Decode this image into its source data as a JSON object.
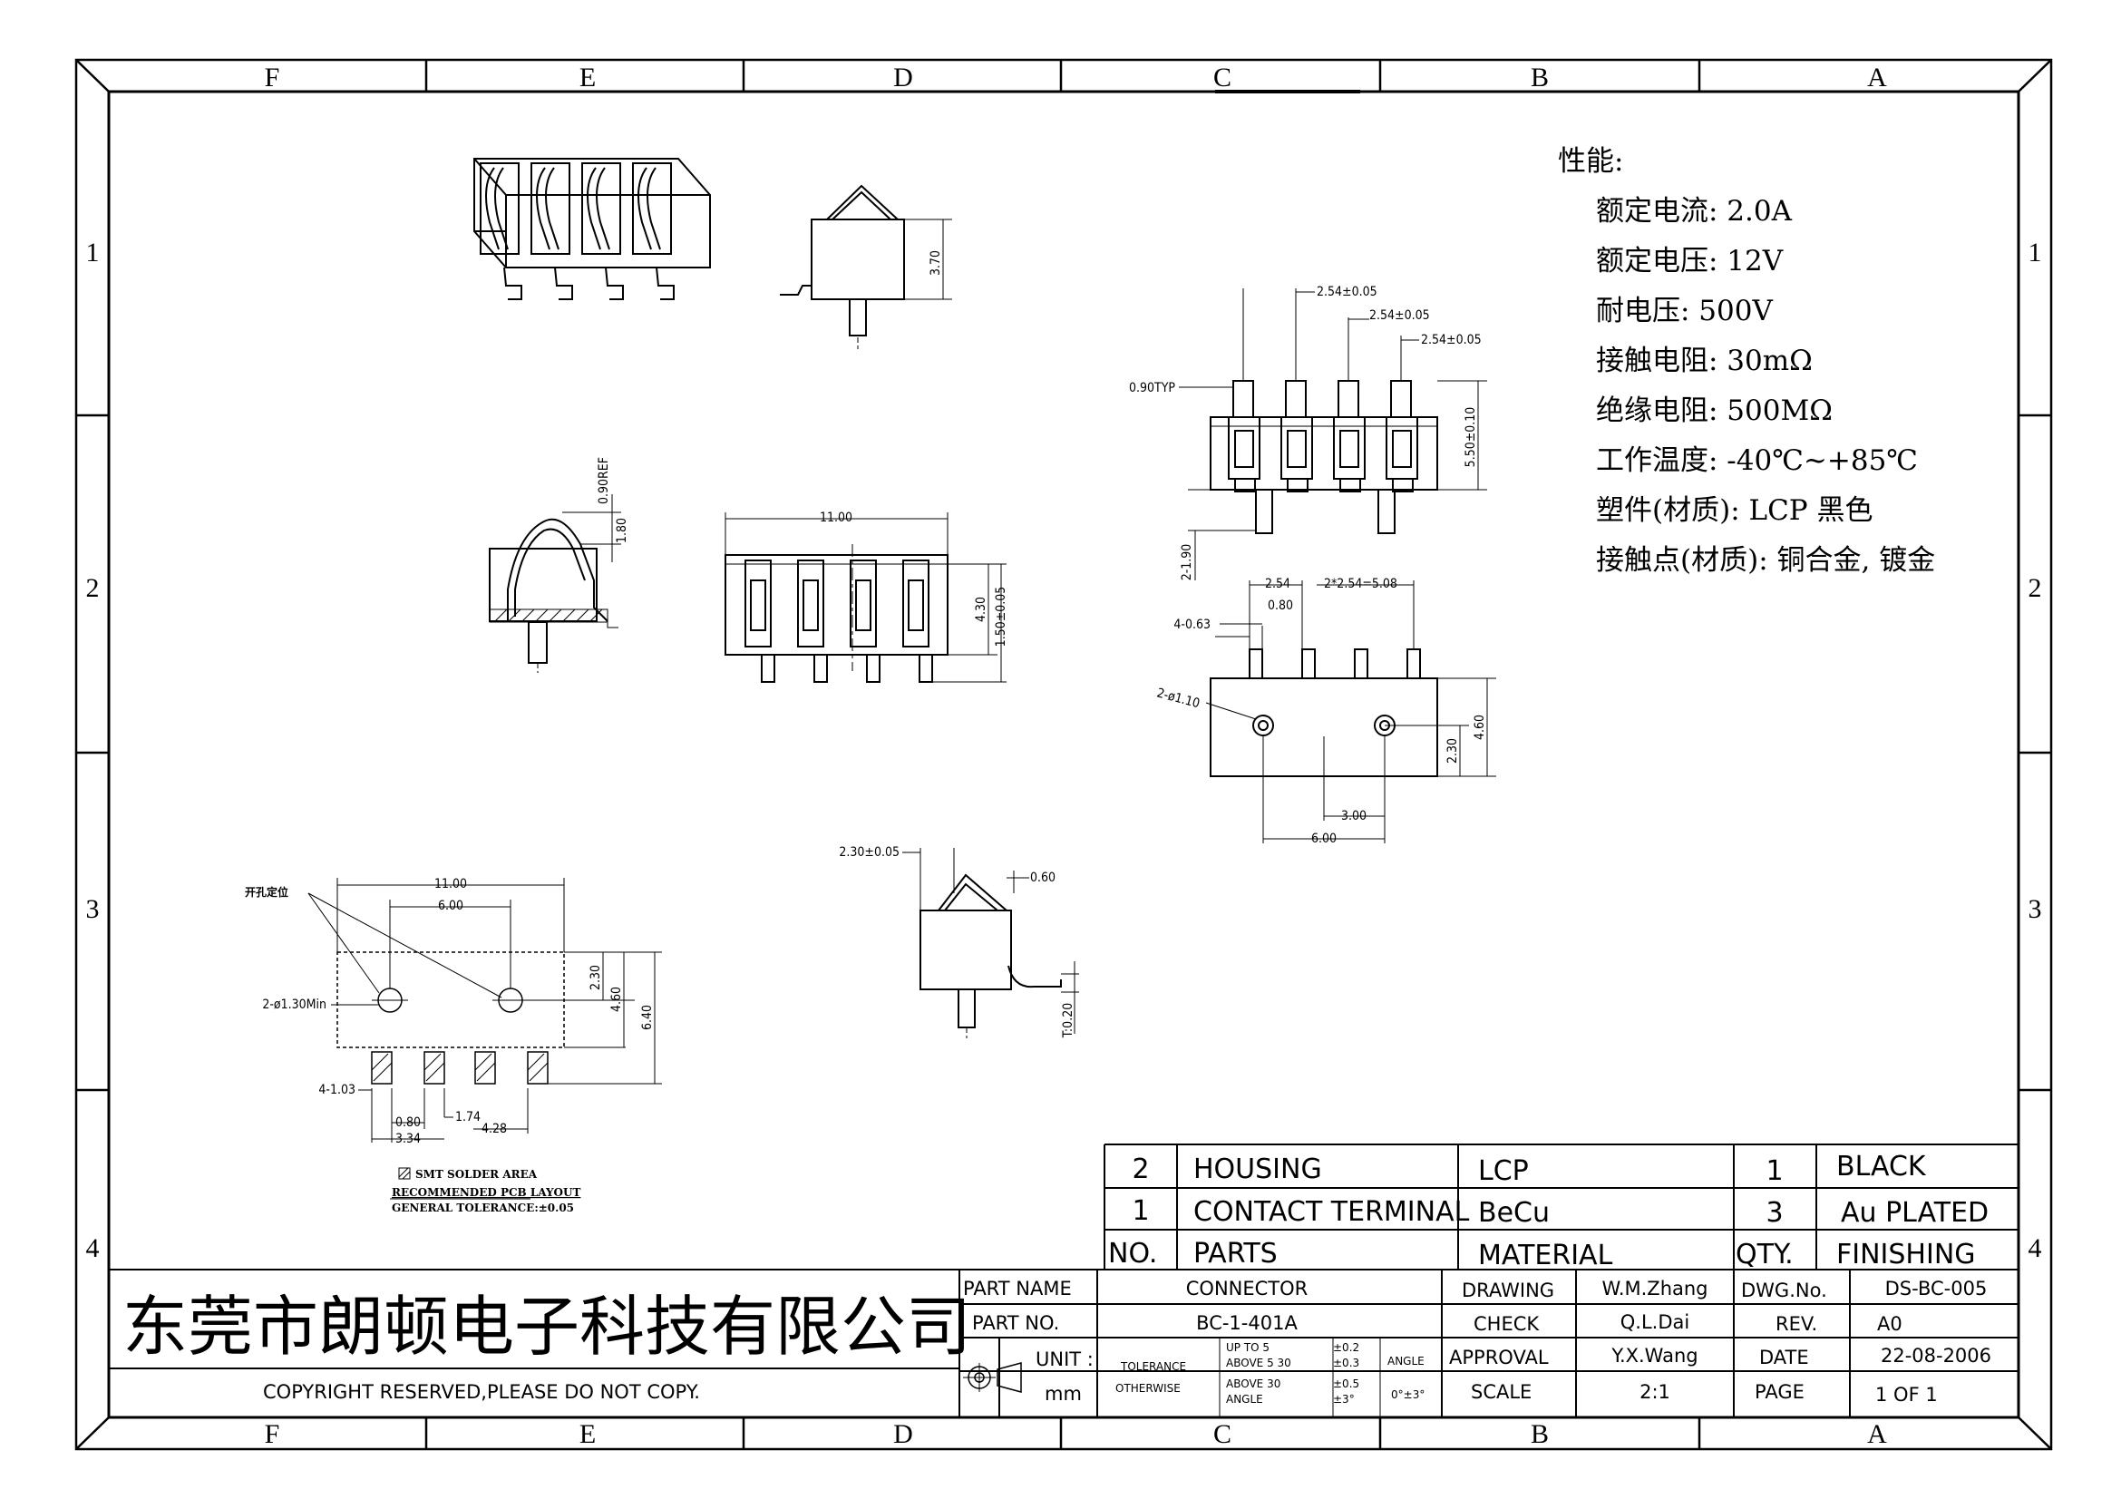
{
  "zones": {
    "columns": [
      "F",
      "E",
      "D",
      "C",
      "B",
      "A"
    ],
    "rows": [
      "1",
      "2",
      "3",
      "4"
    ]
  },
  "spec": {
    "title": "性能:",
    "lines": [
      "额定电流: 2.0A",
      "额定电压: 12V",
      "耐电压: 500V",
      "接触电阻: 30mΩ",
      "绝缘电阻: 500MΩ",
      "工作温度: -40℃~+85℃",
      "塑件(材质): LCP 黑色",
      "接触点(材质): 铜合金, 镀金"
    ]
  },
  "dimensions": {
    "side_height": "3.70",
    "top_pitch_1": "2.54±0.05",
    "top_pitch_2": "2.54±0.05",
    "top_pitch_3": "2.54±0.05",
    "top_typ": "0.90TYP",
    "top_height": "5.50±0.10",
    "top_post": "2-1.90",
    "section_ref": "0.90REF",
    "section_h": "1.80",
    "front_width": "11.00",
    "front_h1": "4.30",
    "front_h2": "1.50±0.05",
    "bot_p1": "2.54",
    "bot_p2": "2*2.54=5.08",
    "bot_w": "0.80",
    "bot_pins": "4-0.63",
    "bot_holes": "2-ø1.10",
    "bot_h1": "2.30",
    "bot_h2": "4.60",
    "bot_x1": "3.00",
    "bot_x2": "6.00",
    "pcb_w1": "11.00",
    "pcb_w2": "6.00",
    "pcb_label": "开孔定位",
    "pcb_holes": "2-ø1.30Min",
    "pcb_h1": "2.30",
    "pcb_h2": "4.60",
    "pcb_h3": "6.40",
    "pcb_pads": "4-1.03",
    "pcb_p1": "0.80",
    "pcb_p2": "1.74",
    "pcb_p3": "3.34",
    "pcb_p4": "4.28",
    "side2_a": "2.30±0.05",
    "side2_b": "0.60",
    "side2_c": "T:0.20"
  },
  "notes": {
    "line1": "SMT SOLDER AREA",
    "line2": "RECOMMENDED PCB LAYOUT",
    "line3": "GENERAL TOLERANCE:±0.05"
  },
  "bom": {
    "rows": [
      {
        "no": "2",
        "part": "HOUSING",
        "material": "LCP",
        "qty": "1",
        "finishing": "BLACK"
      },
      {
        "no": "1",
        "part": "CONTACT TERMINAL",
        "material": "BeCu",
        "qty": "3",
        "finishing": "Au PLATED"
      }
    ],
    "header": {
      "no": "NO.",
      "part": "PARTS",
      "material": "MATERIAL",
      "qty": "QTY.",
      "finishing": "FINISHING"
    }
  },
  "title_block": {
    "company": "东莞市朗顿电子科技有限公司",
    "copyright": "COPYRIGHT RESERVED,PLEASE DO NOT COPY.",
    "part_name_label": "PART NAME",
    "part_name": "CONNECTOR",
    "part_no_label": "PART NO.",
    "part_no": "BC-1-401A",
    "unit_label": "UNIT :",
    "unit": "mm",
    "tol_label1": "TOLERANCE",
    "tol_label2": "OTHERWISE",
    "tol_r1": "UP TO 5",
    "tol_r2": "ABOVE 5  30",
    "tol_r3": "ABOVE 30",
    "tol_r4": "ANGLE",
    "tol_v1": "±0.2",
    "tol_v2": "±0.3",
    "tol_v3": "±0.5",
    "tol_v4": "±3°",
    "angle_label": "ANGLE",
    "angle_val": "0°±3°",
    "drawing_label": "DRAWING",
    "drawing": "W.M.Zhang",
    "check_label": "CHECK",
    "check": "Q.L.Dai",
    "approval_label": "APPROVAL",
    "approval": "Y.X.Wang",
    "scale_label": "SCALE",
    "scale": "2:1",
    "dwg_label": "DWG.No.",
    "dwg": "DS-BC-005",
    "rev_label": "REV.",
    "rev": "A0",
    "date_label": "DATE",
    "date": "22-08-2006",
    "page_label": "PAGE",
    "page": "1 OF 1"
  }
}
